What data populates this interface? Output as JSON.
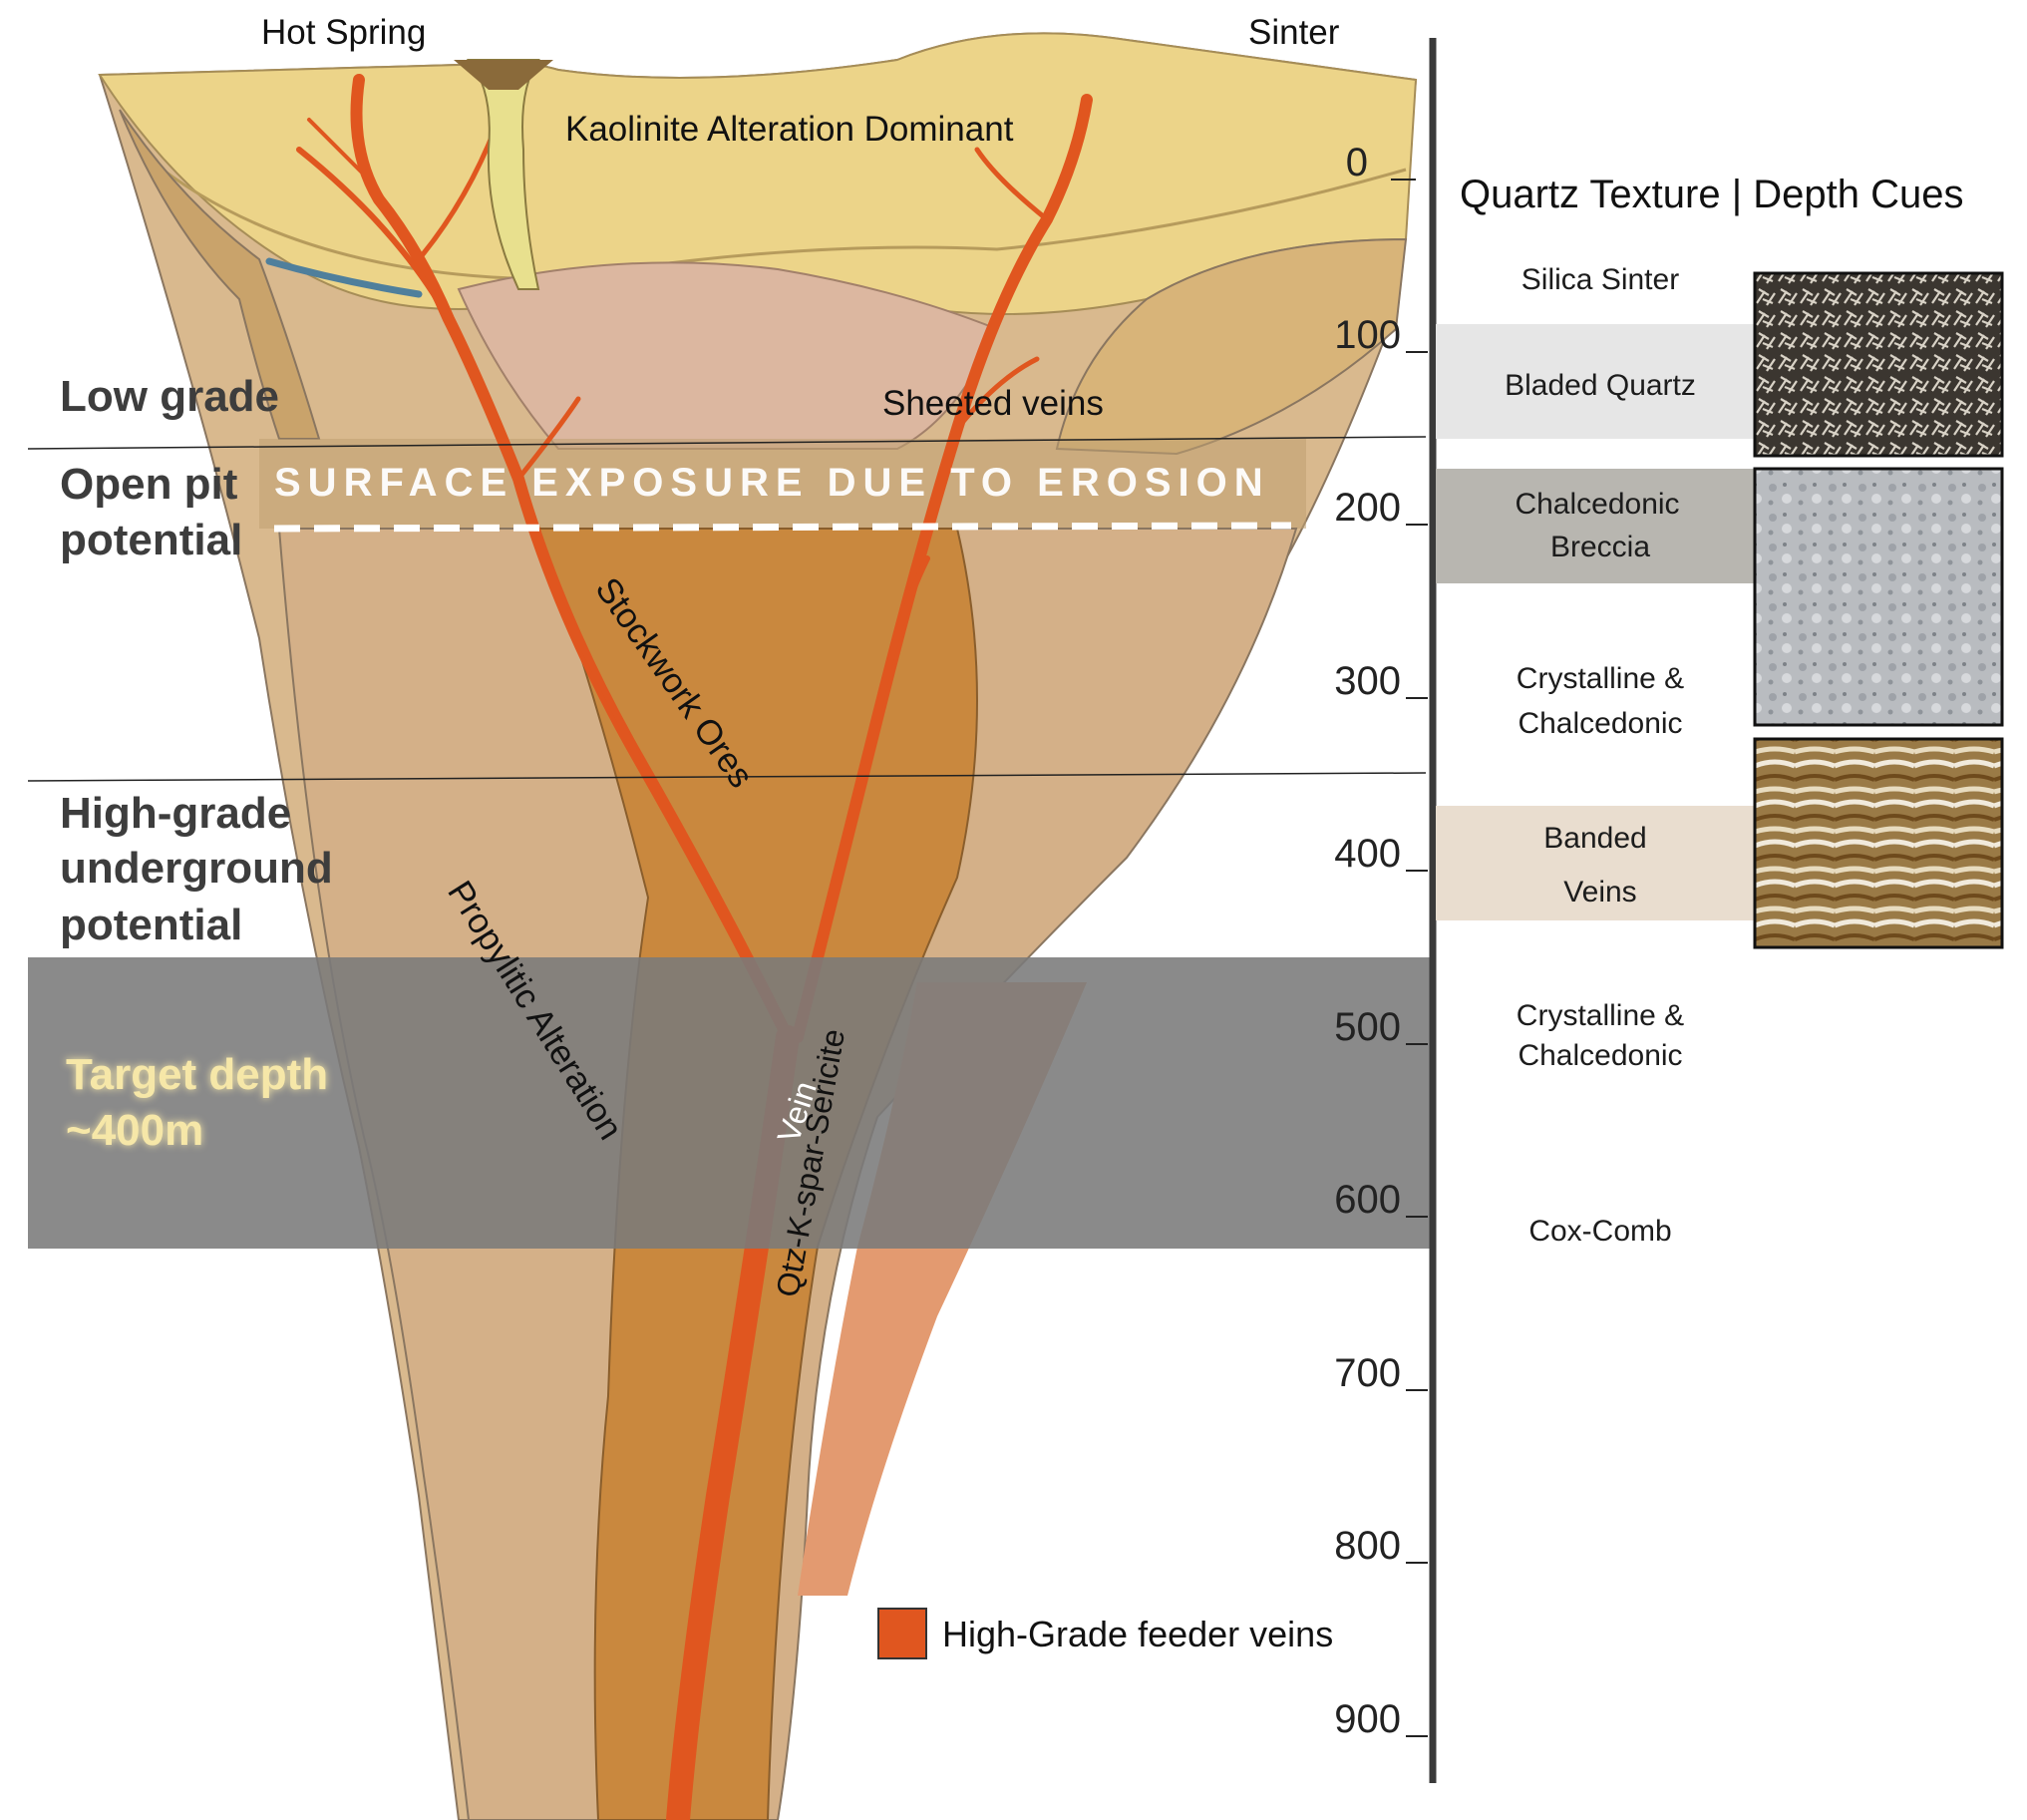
{
  "surface_labels": {
    "hot_spring": "Hot Spring",
    "sinter": "Sinter",
    "kaolinite": "Kaolinite Alteration Dominant",
    "sheeted_veins": "Sheeted veins",
    "erosion": "SURFACE EXPOSURE DUE TO EROSION",
    "stockwork": "Stockwork Ores",
    "propylitic": "Propylitic Alteration",
    "vein": "Vein",
    "qtz": "Qtz-K-spar-Sericite"
  },
  "zones": {
    "low_grade": "Low grade",
    "open_pit": [
      "Open pit",
      "potential"
    ],
    "high_grade": [
      "High-grade",
      "underground",
      "potential"
    ],
    "target": [
      "Target depth",
      "~400m"
    ]
  },
  "depth_scale": {
    "ticks": [
      "0",
      "100",
      "200",
      "300",
      "400",
      "500",
      "600",
      "700",
      "800",
      "900"
    ]
  },
  "texture_panel": {
    "title": "Quartz Texture | Depth Cues",
    "silica_sinter": "Silica Sinter",
    "bladed_quartz": "Bladed Quartz",
    "chalcedonic_breccia": [
      "Chalcedonic",
      "Breccia"
    ],
    "crystalline_1": [
      "Crystalline &",
      "Chalcedonic"
    ],
    "banded_veins": [
      "Banded",
      "Veins"
    ],
    "crystalline_2": [
      "Crystalline &",
      "Chalcedonic"
    ],
    "cox_comb": "Cox-Comb"
  },
  "legend": {
    "label": "High-Grade feeder veins",
    "color": "#e0561f"
  },
  "colors": {
    "target_band": "#7a7a7a",
    "target_text": "#f6e7a8",
    "bladed_band": "#e6e6e6",
    "breccia_band": "#b8b6b0",
    "banded_band": "#e9ddcf",
    "feeder_vein": "#e0561f",
    "kaolinite": "#ecd489",
    "propylitic": "#d4b088"
  }
}
